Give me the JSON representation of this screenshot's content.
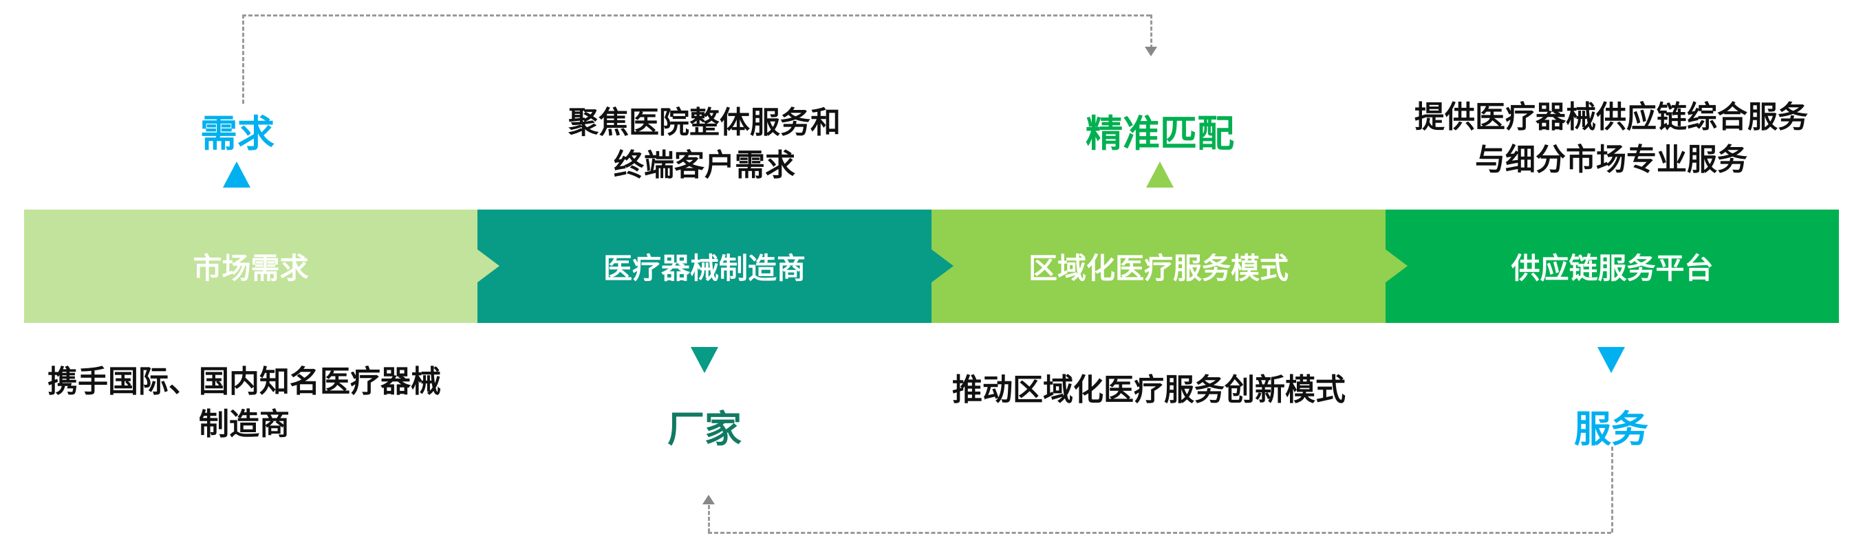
{
  "colors": {
    "light_green": "#c2e39b",
    "teal": "#089b86",
    "green": "#92d050",
    "dark_green": "#00b050",
    "blue": "#00b0f0",
    "dark_teal": "#117a63"
  },
  "stages": [
    {
      "label": "市场需求"
    },
    {
      "label": "医疗器械制造商"
    },
    {
      "label": "区域化医疗服务模式"
    },
    {
      "label": "供应链服务平台"
    }
  ],
  "top_keywords": {
    "demand": "需求",
    "precise_match": "精准匹配"
  },
  "bottom_keywords": {
    "manufacturer": "厂家",
    "service": "服务"
  },
  "top_texts": {
    "manufacturer_line1": "聚焦医院整体服务和",
    "manufacturer_line2": "终端客户需求",
    "platform_line1": "提供医疗器械供应链综合服务",
    "platform_line2": "与细分市场专业服务"
  },
  "bottom_texts": {
    "market_line1": "携手国际、国内知名医疗器械",
    "market_line2": "制造商",
    "regional_line1": "推动区域化医疗服务创新模式"
  }
}
